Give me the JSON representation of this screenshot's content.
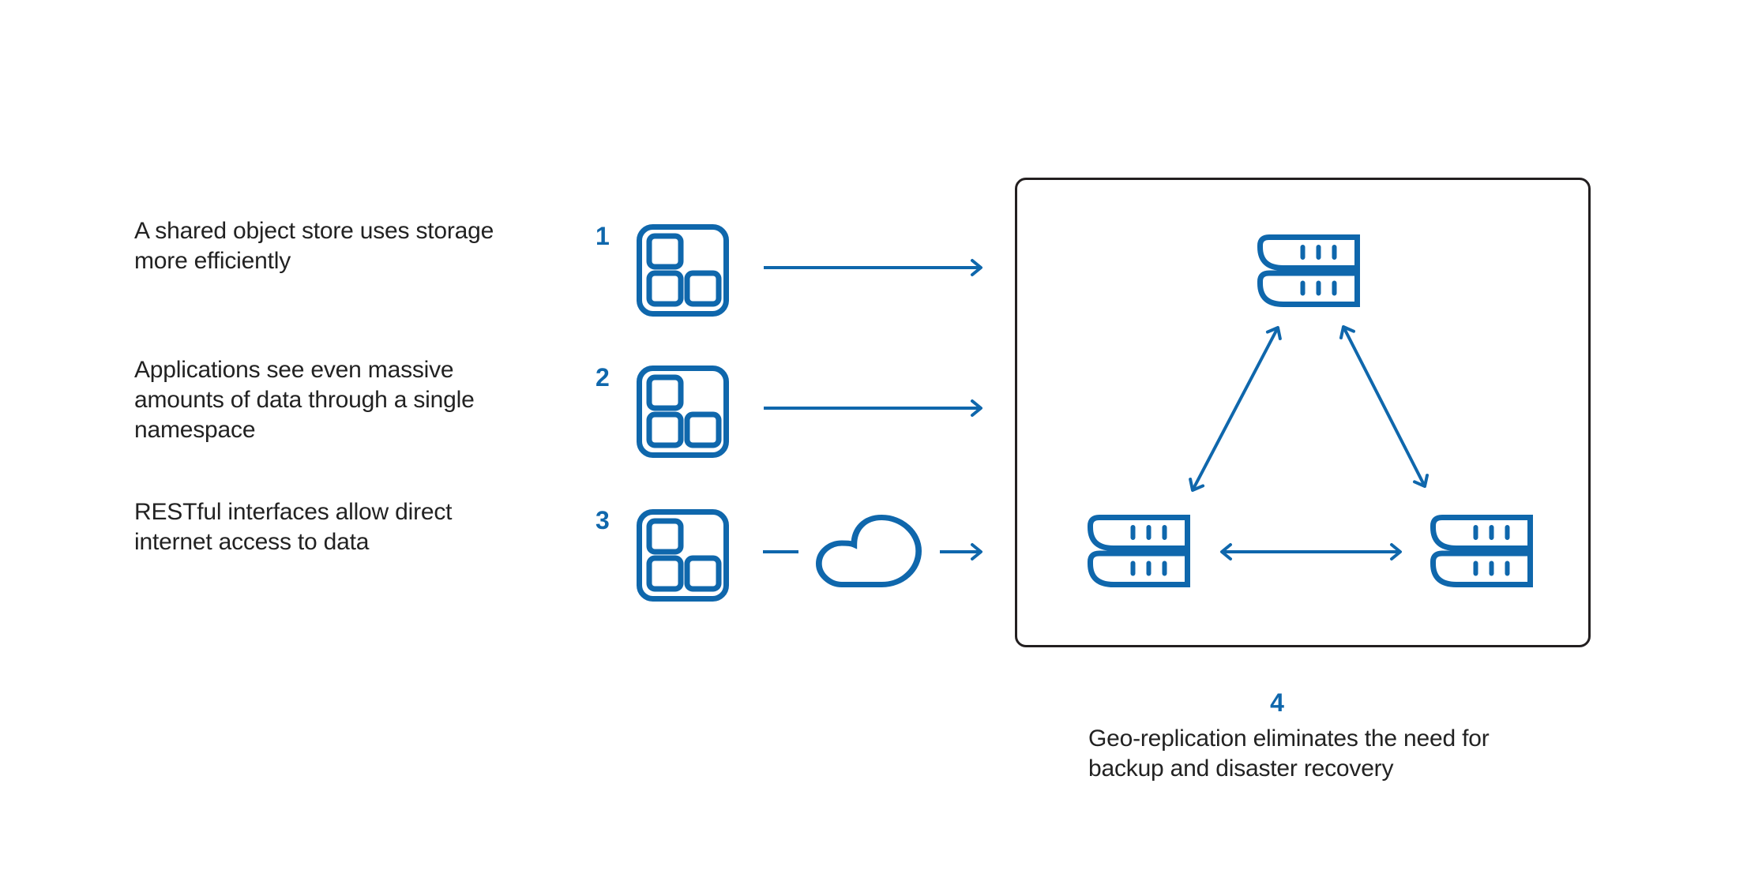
{
  "colors": {
    "accent_blue": "#0f67ac",
    "text": "#222222",
    "box_border": "#231f20",
    "background": "#ffffff"
  },
  "features": [
    {
      "number": "1",
      "lines": [
        "A shared object store uses storage",
        "more efficiently"
      ]
    },
    {
      "number": "2",
      "lines": [
        "Applications see even massive",
        "amounts of data through a single",
        "namespace"
      ]
    },
    {
      "number": "3",
      "lines": [
        "RESTful interfaces allow direct",
        "internet access to data"
      ]
    }
  ],
  "geo_replication": {
    "number": "4",
    "lines": [
      "Geo-replication eliminates the need for",
      "backup and disaster recovery"
    ]
  },
  "icons": {
    "app": "app-grid-icon",
    "cloud": "cloud-icon",
    "server": "storage-server-icon"
  }
}
